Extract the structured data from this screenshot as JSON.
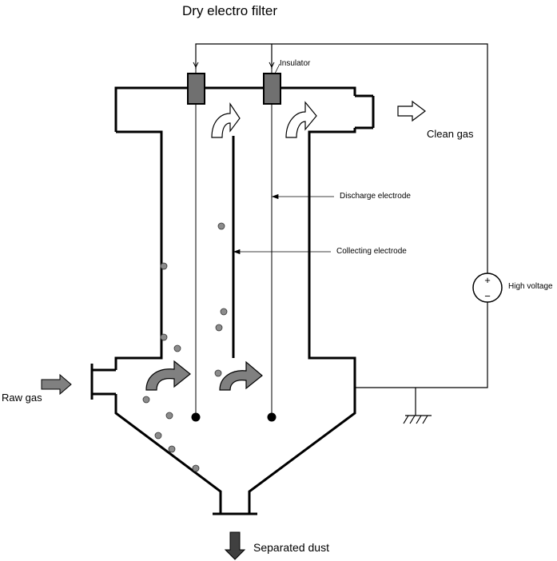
{
  "title": "Dry electro filter",
  "labels": {
    "insulator": "Insulator",
    "clean_gas": "Clean gas",
    "discharge_electrode": "Discharge electrode",
    "collecting_electrode": "Collecting electrode",
    "high_voltage": "High voltage",
    "raw_gas": "Raw gas",
    "separated_dust": "Separated dust"
  },
  "power_source_signs": {
    "positive": "+",
    "negative": "−"
  },
  "colors": {
    "line": "#000000",
    "insulator_fill": "#707070",
    "dust_particle": "#8c8c8c",
    "flow_arrow_filled": "#808080",
    "flow_arrow_outline": "#ffffff"
  }
}
